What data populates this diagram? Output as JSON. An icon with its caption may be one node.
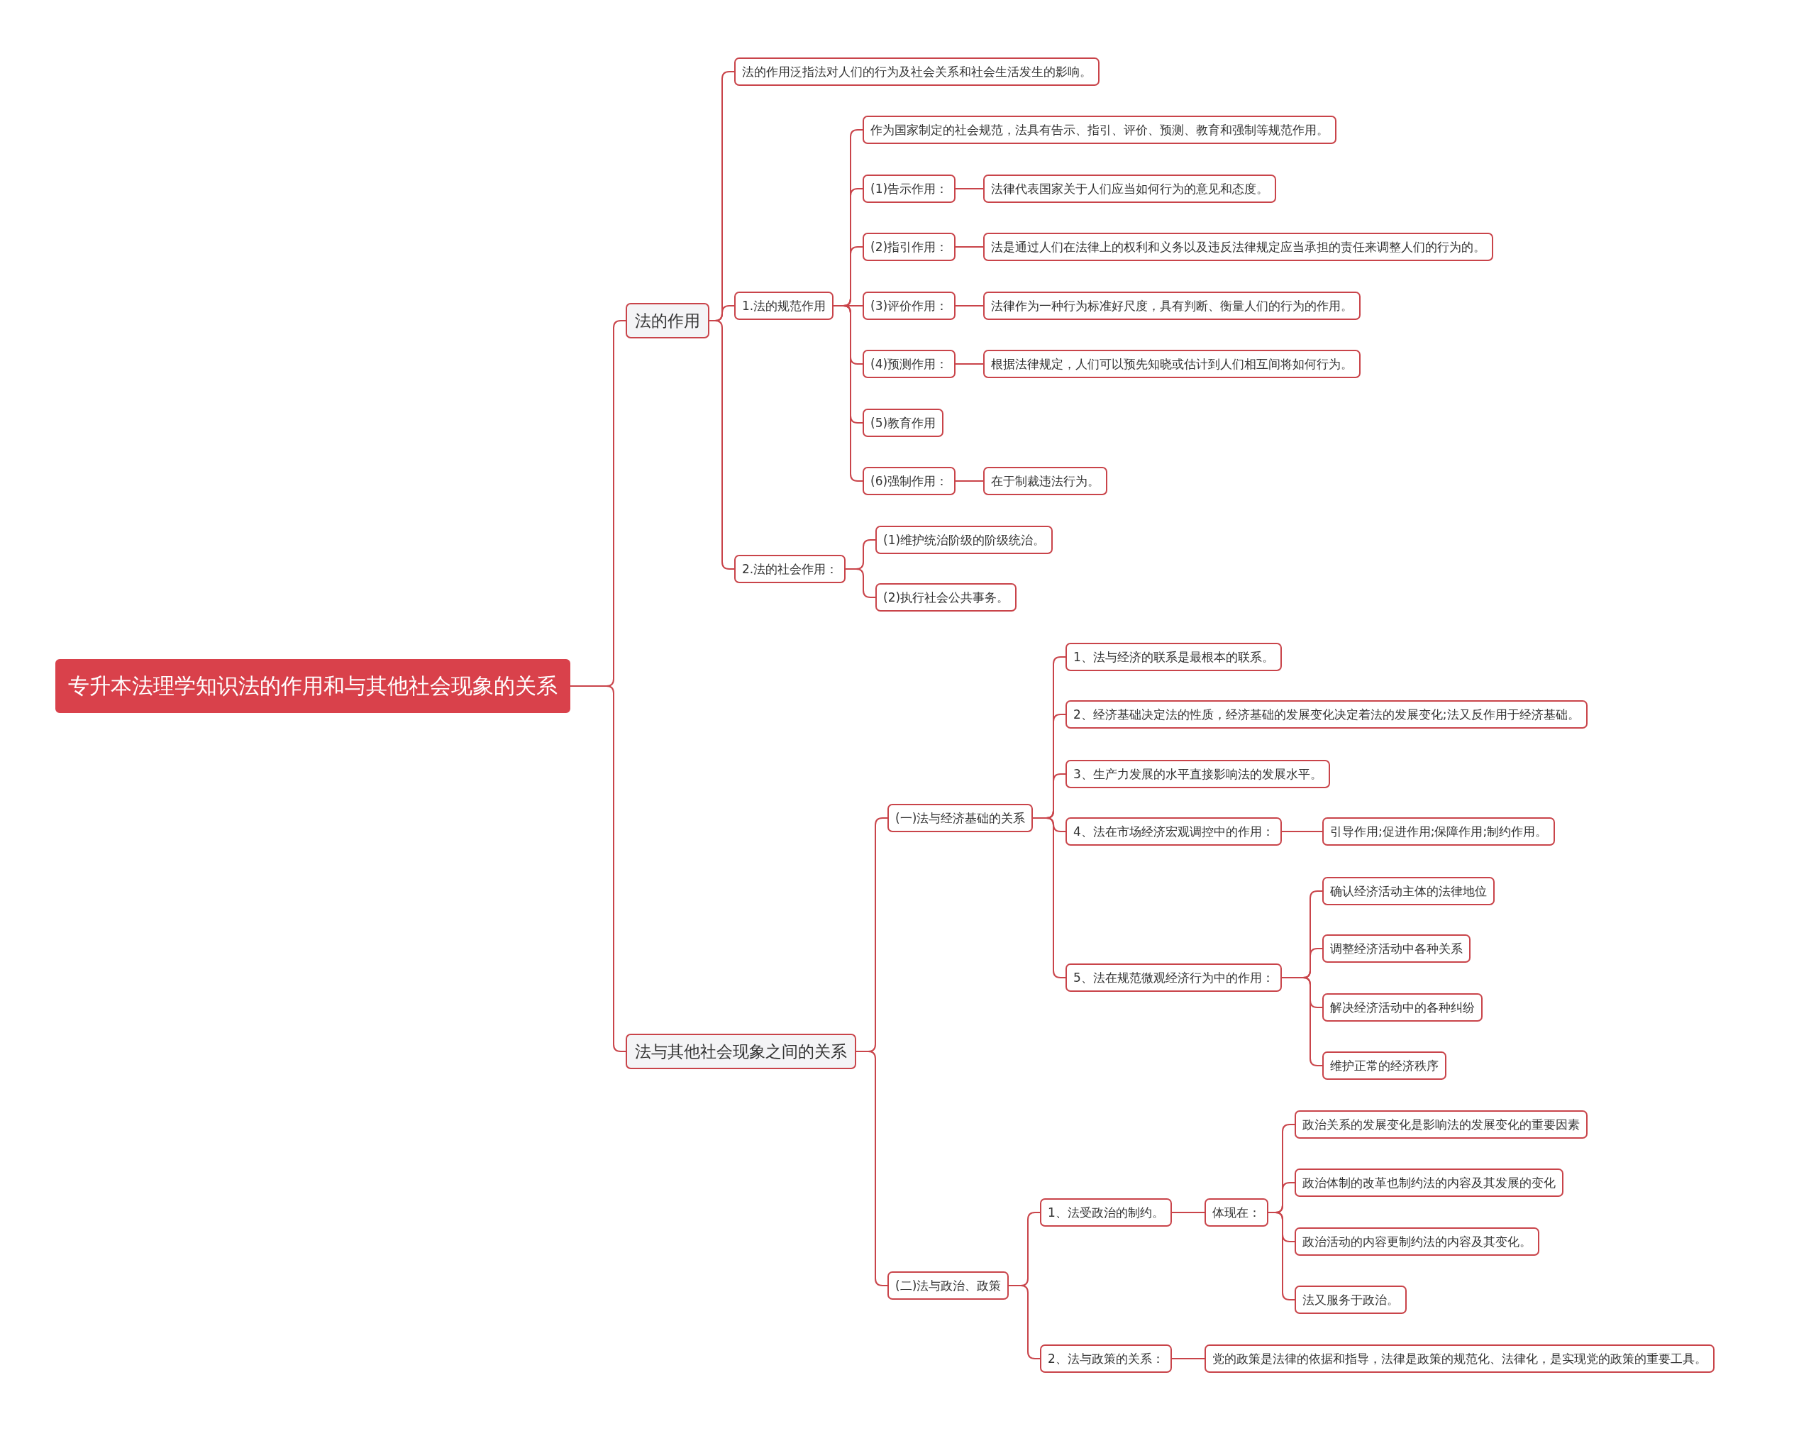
{
  "diagram": {
    "nodes": [
      {
        "text": [
          "专升本法理学知识法的作用和与其他社会现象的关系"
        ]
      },
      {
        "text": [
          "法的作用"
        ]
      },
      {
        "text": [
          "法的作用泛指法对人们的行为及社会关系和社会生活发生的影响。"
        ]
      },
      {
        "text": [
          "1.法的规范作用"
        ]
      },
      {
        "text": [
          "作为国家制定的社会规范，法具有告示、指引、评价、预测、教育和强制等规范作用。"
        ]
      },
      {
        "text": [
          "(1)告示作用："
        ]
      },
      {
        "text": [
          "法律代表国家关于人们应当如何行为的意见和态度。"
        ]
      },
      {
        "text": [
          "(2)指引作用："
        ]
      },
      {
        "text": [
          "法是通过人们在法律上的权利和义务以及违反法律规定应当承担的责任来调整人们的行为的。"
        ]
      },
      {
        "text": [
          "(3)评价作用："
        ]
      },
      {
        "text": [
          "法律作为一种行为标准好尺度，具有判断、衡量人们的行为的作用。"
        ]
      },
      {
        "text": [
          "(4)预测作用："
        ]
      },
      {
        "text": [
          "根据法律规定，人们可以预先知晓或估计到人们相互间将如何行为。"
        ]
      },
      {
        "text": [
          "(5)教育作用"
        ]
      },
      {
        "text": [
          "(6)强制作用："
        ]
      },
      {
        "text": [
          "在于制裁违法行为。"
        ]
      },
      {
        "text": [
          "2.法的社会作用："
        ]
      },
      {
        "text": [
          "(1)维护统治阶级的阶级统治。"
        ]
      },
      {
        "text": [
          "(2)执行社会公共事务。"
        ]
      },
      {
        "text": [
          "法与其他社会现象之间的关系"
        ]
      },
      {
        "text": [
          "(一)法与经济基础的关系"
        ]
      },
      {
        "text": [
          "1、法与经济的联系是最根本的联系。"
        ]
      },
      {
        "text": [
          "2、经济基础决定法的性质，经济基础的发展变化决定着法的发展变化;法又反作用于经济基础。"
        ]
      },
      {
        "text": [
          "3、生产力发展的水平直接影响法的发展水平。"
        ]
      },
      {
        "text": [
          "4、法在市场经济宏观调控中的作用："
        ]
      },
      {
        "text": [
          "引导作用;促进作用;保障作用;制约作用。"
        ]
      },
      {
        "text": [
          "5、法在规范微观经济行为中的作用："
        ]
      },
      {
        "text": [
          "确认经济活动主体的法律地位"
        ]
      },
      {
        "text": [
          "调整经济活动中各种关系"
        ]
      },
      {
        "text": [
          "解决经济活动中的各种纠纷"
        ]
      },
      {
        "text": [
          "维护正常的经济秩序"
        ]
      },
      {
        "text": [
          "(二)法与政治、政策"
        ]
      },
      {
        "text": [
          "1、法受政治的制约。"
        ]
      },
      {
        "text": [
          "体现在："
        ]
      },
      {
        "text": [
          "政治关系的发展变化是影响法的发展变化的重要因素"
        ]
      },
      {
        "text": [
          "政治体制的改革也制约法的内容及其发展的变化"
        ]
      },
      {
        "text": [
          "政治活动的内容更制约法的内容及其变化。"
        ]
      },
      {
        "text": [
          "法又服务于政治。"
        ]
      },
      {
        "text": [
          "2、法与政策的关系："
        ]
      },
      {
        "text": [
          "党的政策是法律的依据和指导，法律是政策的规范化、法律化，是实现党的政策的重要工具。"
        ]
      }
    ],
    "edges": [
      {
        "from": 0,
        "to": 1,
        "arrow": "none"
      },
      {
        "from": 0,
        "to": 19,
        "arrow": "none"
      },
      {
        "from": 1,
        "to": 2,
        "arrow": "none"
      },
      {
        "from": 1,
        "to": 3,
        "arrow": "none"
      },
      {
        "from": 1,
        "to": 16,
        "arrow": "none"
      },
      {
        "from": 3,
        "to": 4,
        "arrow": "none"
      },
      {
        "from": 3,
        "to": 5,
        "arrow": "none"
      },
      {
        "from": 3,
        "to": 7,
        "arrow": "none"
      },
      {
        "from": 3,
        "to": 9,
        "arrow": "none"
      },
      {
        "from": 3,
        "to": 11,
        "arrow": "none"
      },
      {
        "from": 3,
        "to": 13,
        "arrow": "none"
      },
      {
        "from": 3,
        "to": 14,
        "arrow": "none"
      },
      {
        "from": 5,
        "to": 6,
        "arrow": "none"
      },
      {
        "from": 7,
        "to": 8,
        "arrow": "none"
      },
      {
        "from": 9,
        "to": 10,
        "arrow": "none"
      },
      {
        "from": 11,
        "to": 12,
        "arrow": "none"
      },
      {
        "from": 14,
        "to": 15,
        "arrow": "none"
      },
      {
        "from": 16,
        "to": 17,
        "arrow": "none"
      },
      {
        "from": 16,
        "to": 18,
        "arrow": "none"
      },
      {
        "from": 19,
        "to": 20,
        "arrow": "none"
      },
      {
        "from": 19,
        "to": 31,
        "arrow": "none"
      },
      {
        "from": 20,
        "to": 21,
        "arrow": "none"
      },
      {
        "from": 20,
        "to": 22,
        "arrow": "none"
      },
      {
        "from": 20,
        "to": 23,
        "arrow": "none"
      },
      {
        "from": 20,
        "to": 24,
        "arrow": "none"
      },
      {
        "from": 20,
        "to": 26,
        "arrow": "none"
      },
      {
        "from": 24,
        "to": 25,
        "arrow": "none"
      },
      {
        "from": 26,
        "to": 27,
        "arrow": "none"
      },
      {
        "from": 26,
        "to": 28,
        "arrow": "none"
      },
      {
        "from": 26,
        "to": 29,
        "arrow": "none"
      },
      {
        "from": 26,
        "to": 30,
        "arrow": "none"
      },
      {
        "from": 31,
        "to": 32,
        "arrow": "none"
      },
      {
        "from": 31,
        "to": 38,
        "arrow": "none"
      },
      {
        "from": 32,
        "to": 33,
        "arrow": "none"
      },
      {
        "from": 33,
        "to": 34,
        "arrow": "none"
      },
      {
        "from": 33,
        "to": 35,
        "arrow": "none"
      },
      {
        "from": 33,
        "to": 36,
        "arrow": "none"
      },
      {
        "from": 33,
        "to": 37,
        "arrow": "none"
      },
      {
        "from": 38,
        "to": 39,
        "arrow": "none"
      }
    ]
  }
}
